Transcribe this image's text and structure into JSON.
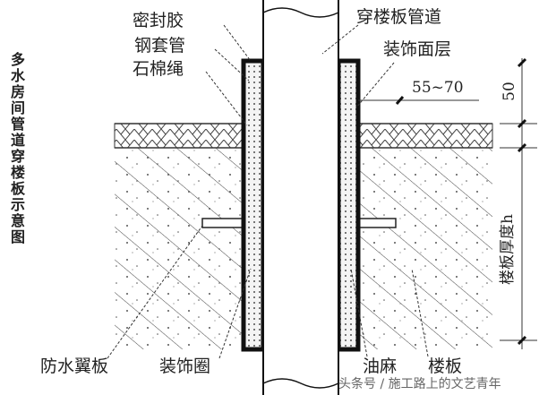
{
  "title": "多水房间管道穿楼板示意图",
  "labels": {
    "sealant": "密封胶",
    "steel_sleeve": "钢套管",
    "asbestos_rope": "石棉绳",
    "through_pipe": "穿楼板管道",
    "finish_layer": "装饰面层",
    "dim_55_70": "55~70",
    "dim_50": "50",
    "slab_thickness": "楼板厚度h",
    "waterproof_wing": "防水翼板",
    "decor_ring": "装饰圈",
    "oakum": "油麻",
    "floor_slab": "楼板"
  },
  "watermark": "头条号 / 施工路上的文艺青年"
}
